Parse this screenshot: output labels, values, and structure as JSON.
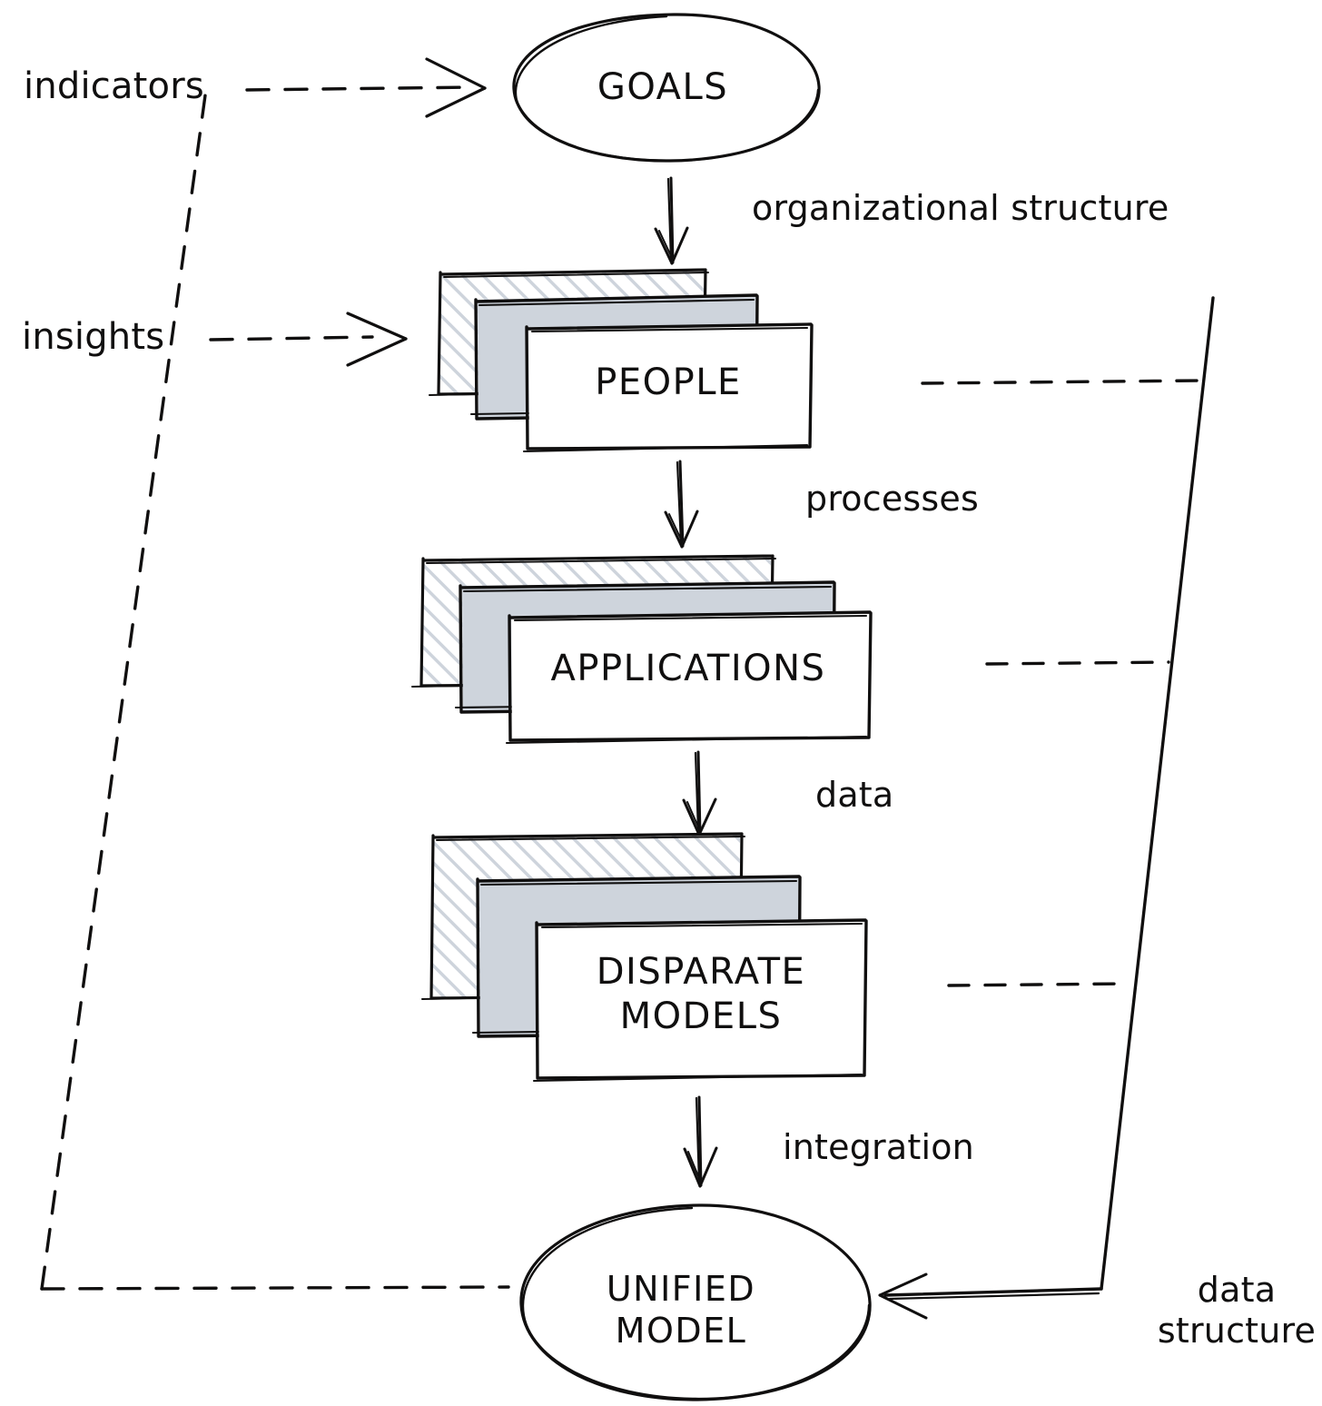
{
  "diagram": {
    "title": "Data model flow diagram",
    "style": "hand-drawn sketch",
    "background_color": "#ffffff",
    "stroke_color": "#100f0f",
    "fill_gray": "#ced4dc",
    "fill_hatch": "#ced4dc",
    "fill_white": "#ffffff"
  },
  "nodes": {
    "goals": {
      "label": "GOALS",
      "shape": "ellipse",
      "fill": "#ffffff"
    },
    "people": {
      "label": "PEOPLE",
      "shape": "stacked-rectangles",
      "stack_count": 3
    },
    "applications": {
      "label": "APPLICATIONS",
      "shape": "stacked-rectangles",
      "stack_count": 3
    },
    "disparate_models": {
      "label": "DISPARATE\nMODELS",
      "shape": "stacked-rectangles",
      "stack_count": 3
    },
    "unified_model": {
      "label": "UNIFIED\nMODEL",
      "shape": "ellipse",
      "fill": "#ffffff"
    }
  },
  "edge_labels": {
    "organizational_structure": "organizational structure",
    "processes": "processes",
    "data": "data",
    "integration": "integration",
    "data_structure": "data\nstructure",
    "indicators": "indicators",
    "insights": "insights"
  },
  "connections": [
    {
      "from": "goals",
      "to": "people",
      "label": "organizational structure",
      "style": "solid-arrow",
      "direction": "down"
    },
    {
      "from": "people",
      "to": "applications",
      "label": "processes",
      "style": "solid-arrow",
      "direction": "down"
    },
    {
      "from": "applications",
      "to": "disparate_models",
      "label": "data",
      "style": "solid-arrow",
      "direction": "down"
    },
    {
      "from": "disparate_models",
      "to": "unified_model",
      "label": "integration",
      "style": "solid-arrow",
      "direction": "down"
    },
    {
      "from": "unified_model",
      "to": "goals",
      "label": "indicators",
      "style": "dashed-arrow",
      "direction": "up-left-then-right"
    },
    {
      "from": "unified_model",
      "to": "people",
      "label": "insights",
      "style": "dashed-arrow",
      "direction": "up-left-then-right"
    },
    {
      "from": "people",
      "to": "right-spine",
      "label": "",
      "style": "dashed",
      "direction": "right"
    },
    {
      "from": "applications",
      "to": "right-spine",
      "label": "",
      "style": "dashed",
      "direction": "right"
    },
    {
      "from": "disparate_models",
      "to": "right-spine",
      "label": "",
      "style": "dashed",
      "direction": "right"
    },
    {
      "from": "right-spine",
      "to": "unified_model",
      "label": "data structure",
      "style": "solid-arrow",
      "direction": "left"
    }
  ]
}
